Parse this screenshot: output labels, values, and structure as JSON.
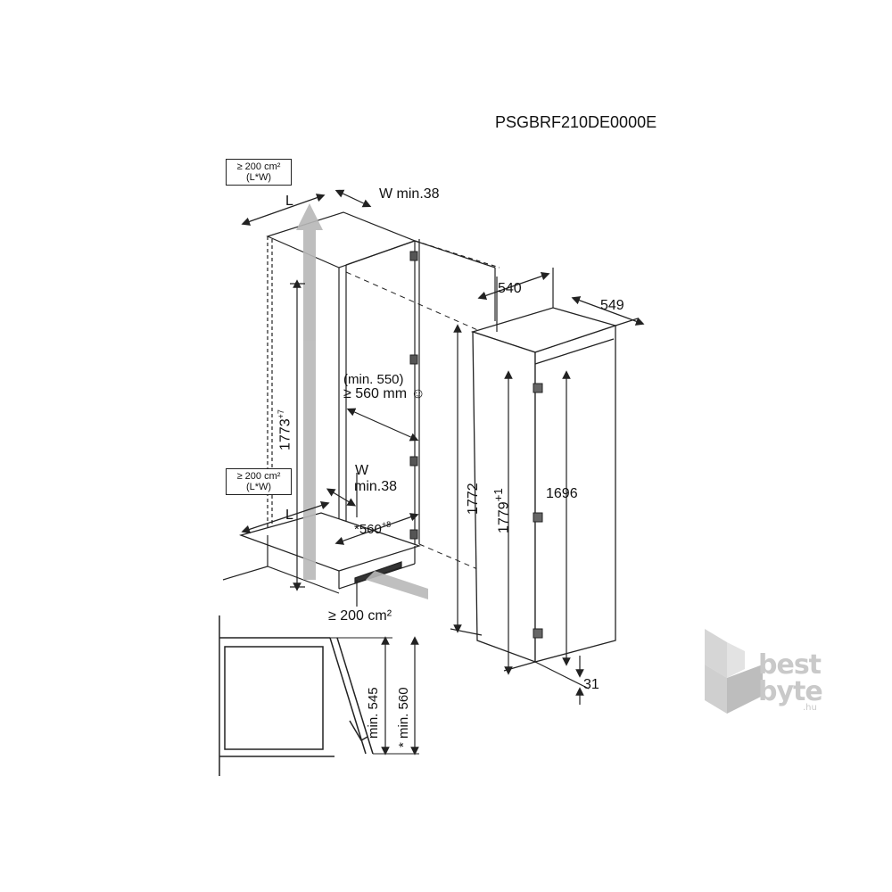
{
  "model_code": "PSGBRF210DE0000E",
  "vent_box_top": {
    "line1": "≥ 200 cm²",
    "line2": "(L*W)"
  },
  "vent_box_bottom": {
    "line1": "≥ 200 cm²",
    "line2": "(L*W)"
  },
  "labels": {
    "L_top": "L",
    "W_top": "W min.38",
    "L_bottom": "L",
    "W_bottom_line1": "W",
    "W_bottom_line2": "min.38",
    "niche_height": "1773",
    "niche_height_tol": "+7",
    "min_depth_line1": "(min. 550)",
    "min_depth_line2": "≥ 560 mm",
    "niche_width": "*560",
    "niche_width_tol": "+8",
    "floor_vent": "≥ 200 cm²",
    "width_540": "540",
    "depth_549": "549",
    "height_1772": "1772",
    "height_1779": "1779",
    "height_1779_tol": "+1",
    "height_1696": "1696",
    "offset_31": "31",
    "detail_min545": "min. 545",
    "detail_min560": "* min. 560"
  },
  "logo": {
    "line1": "best",
    "line2": "byte",
    "suffix": ".hu"
  },
  "colors": {
    "line": "#222222",
    "arrow": "#b8b8b8",
    "logo": "#c9c9c9"
  }
}
